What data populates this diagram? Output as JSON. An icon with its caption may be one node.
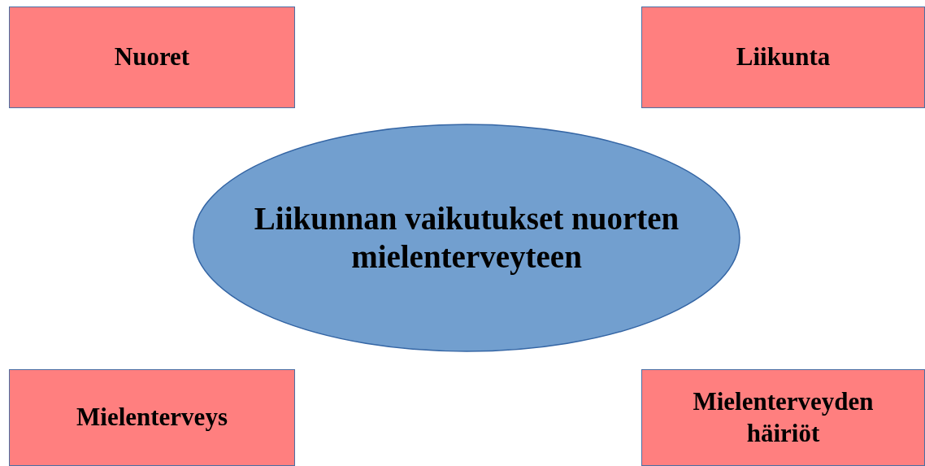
{
  "diagram": {
    "nodes": [
      {
        "text": [
          "Nuoret"
        ]
      },
      {
        "text": [
          "Liikunta"
        ]
      },
      {
        "text": [
          "Liikunnan vaikutukset nuorten mielenterveyteen"
        ]
      },
      {
        "text": [
          "Mielenterveys"
        ]
      },
      {
        "text": [
          "Mielenterveyden häiriöt"
        ]
      }
    ]
  }
}
